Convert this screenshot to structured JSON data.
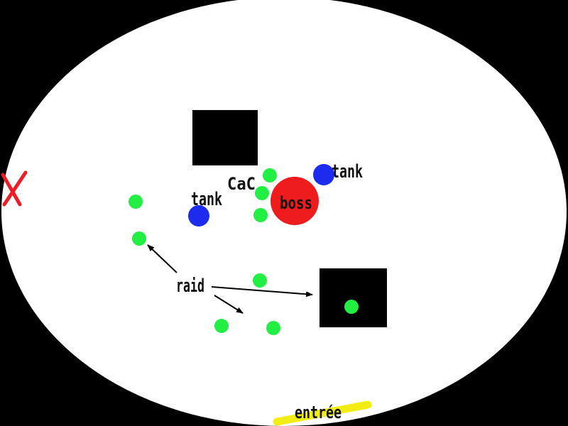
{
  "labels": {
    "cac": "CaC",
    "boss": "boss",
    "tank_left": "tank",
    "tank_right": "tank",
    "raid": "raid",
    "entree": "entrée"
  },
  "icons": {
    "exit_marker": "x-mark-icon"
  },
  "colors": {
    "background": "#000000",
    "arena": "#ffffff",
    "obstacle": "#000000",
    "boss": "#ee1c1c",
    "tank": "#1c2bee",
    "raid_member": "#22ee44",
    "entrance": "#f2ee14",
    "exit_marker": "#ee1c24",
    "arrow": "#000000"
  }
}
